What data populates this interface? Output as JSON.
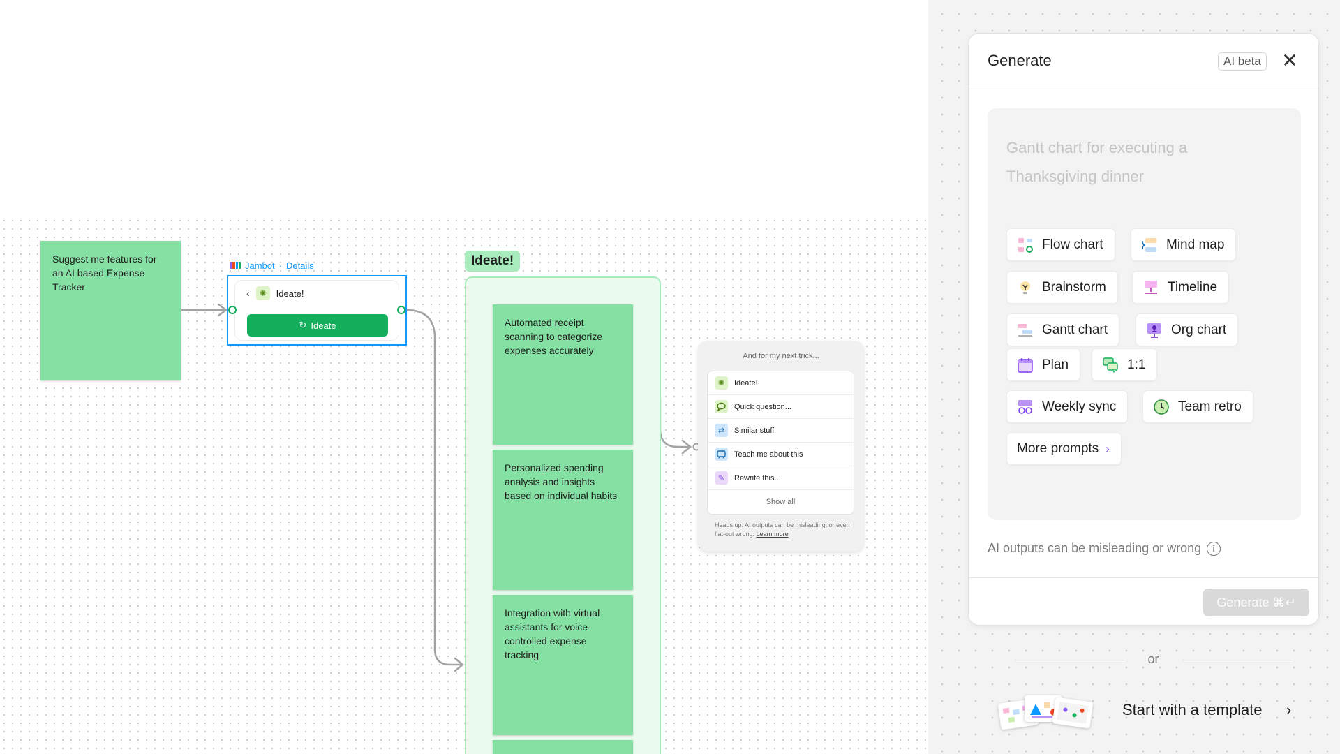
{
  "canvas": {
    "sticky_source": "Suggest me features for an AI based Expense Tracker",
    "jambot": {
      "brand": "Jambot",
      "separator": "·",
      "details_link": "Details",
      "back_symbol": "‹",
      "widget_title": "Ideate!",
      "ideate_button": "Ideate"
    },
    "section": {
      "label": "Ideate!",
      "stickies": [
        "Automated receipt scanning to categorize expenses accurately",
        "Personalized spending analysis and insights based on individual habits",
        "Integration with virtual assistants for voice-controlled expense tracking"
      ]
    },
    "trick_panel": {
      "title": "And for my next trick...",
      "items": [
        {
          "label": "Ideate!",
          "icon": "sparkle-icon",
          "color": "#dff3c9"
        },
        {
          "label": "Quick question...",
          "icon": "speech-bubble-icon",
          "color": "#dff3c9"
        },
        {
          "label": "Similar stuff",
          "icon": "similar-icon",
          "color": "#cde6fb"
        },
        {
          "label": "Teach me about this",
          "icon": "teach-icon",
          "color": "#cde6fb"
        },
        {
          "label": "Rewrite this...",
          "icon": "rewrite-icon",
          "color": "#ead8fb"
        }
      ],
      "show_all": "Show all",
      "footer_text": "Heads up: AI outputs can be misleading, or even flat-out wrong.",
      "learn_more": "Learn more"
    }
  },
  "generate_panel": {
    "title": "Generate",
    "badge": "AI beta",
    "close_symbol": "✕",
    "prompt_placeholder": "Gantt chart for executing a Thanksgiving dinner",
    "prompt_value": "",
    "chips": {
      "flow_chart": "Flow chart",
      "mind_map": "Mind map",
      "brainstorm": "Brainstorm",
      "timeline": "Timeline",
      "gantt_chart": "Gantt chart",
      "org_chart": "Org chart",
      "plan": "Plan",
      "one_on_one": "1:1",
      "weekly_sync": "Weekly sync",
      "team_retro": "Team retro",
      "more_prompts": "More prompts",
      "more_arrow": "›"
    },
    "disclaimer": "AI outputs can be misleading or wrong",
    "info_symbol": "i",
    "generate_button": "Generate ⌘↵",
    "or_text": "or",
    "template_label": "Start with a template",
    "template_arrow": "›"
  },
  "colors": {
    "sticky_green": "#85e0a3",
    "accent_green": "#14ae5c",
    "selection_blue": "#0d99ff",
    "accent_purple": "#8b5cf6"
  }
}
